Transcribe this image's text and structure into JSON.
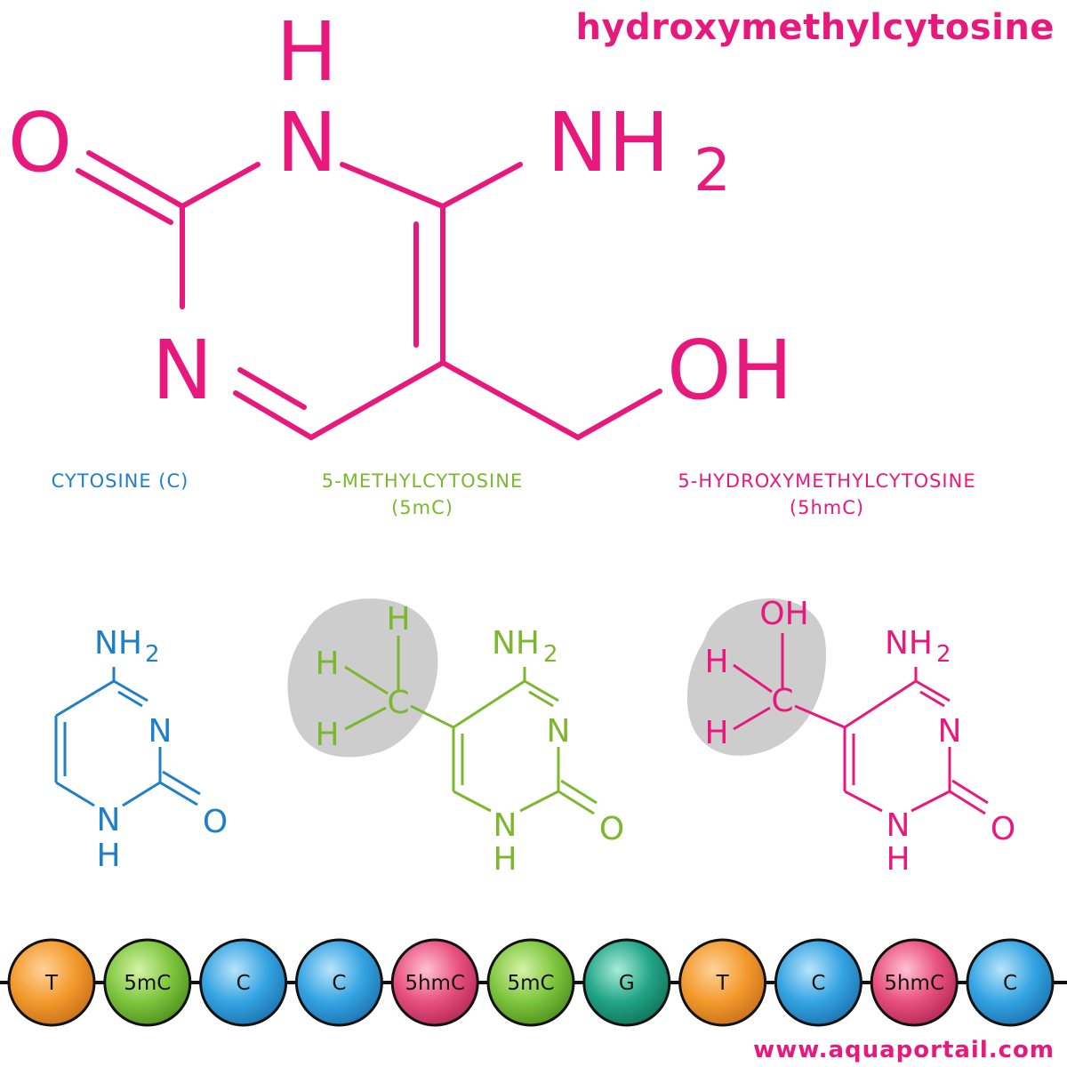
{
  "title": "hydroxymethylcytosine",
  "colors": {
    "magenta": "#e8197d",
    "blue": "#1f7fc7",
    "green": "#7cb82f",
    "gray_highlight": "#c8c8c8",
    "bead_orange": "#f39a2c",
    "bead_green": "#7ec63e",
    "bead_blue": "#35a4e2",
    "bead_pink": "#e8507f",
    "bead_teal": "#22a588"
  },
  "main_structure": {
    "atom_top_h": "H",
    "atom_n1": "N",
    "atom_o": "O",
    "atom_nh": "NH",
    "atom_nh_sub": "2",
    "atom_n3": "N",
    "atom_oh": "OH"
  },
  "captions": {
    "cytosine": [
      "CYTOSINE (C)"
    ],
    "methylcytosine": [
      "5-METHYLCYTOSINE",
      "(5mC)"
    ],
    "hydroxymethylcytosine": [
      "5-HYDROXYMETHYLCYTOSINE",
      "(5hmC)"
    ]
  },
  "small_structures": {
    "cytosine": {
      "nh": "NH",
      "sub": "2",
      "n": "N",
      "nh_bottom_n": "N",
      "nh_bottom_h": "H",
      "o": "O"
    },
    "methylcytosine": {
      "h1": "H",
      "h2": "H",
      "h3": "H",
      "c": "C",
      "nh": "NH",
      "sub": "2",
      "n": "N",
      "nh_bottom_n": "N",
      "nh_bottom_h": "H",
      "o": "O"
    },
    "hydroxymethylcytosine": {
      "oh": "OH",
      "h1": "H",
      "h2": "H",
      "c": "C",
      "nh": "NH",
      "sub": "2",
      "n": "N",
      "nh_bottom_n": "N",
      "nh_bottom_h": "H",
      "o": "O"
    }
  },
  "sequence": [
    {
      "label": "T",
      "color": "orange"
    },
    {
      "label": "5mC",
      "color": "green"
    },
    {
      "label": "C",
      "color": "blue"
    },
    {
      "label": "C",
      "color": "blue"
    },
    {
      "label": "5hmC",
      "color": "pink"
    },
    {
      "label": "5mC",
      "color": "green"
    },
    {
      "label": "G",
      "color": "teal"
    },
    {
      "label": "T",
      "color": "orange"
    },
    {
      "label": "C",
      "color": "blue"
    },
    {
      "label": "5hmC",
      "color": "pink"
    },
    {
      "label": "C",
      "color": "blue"
    }
  ],
  "watermark": "www.aquaportail.com"
}
